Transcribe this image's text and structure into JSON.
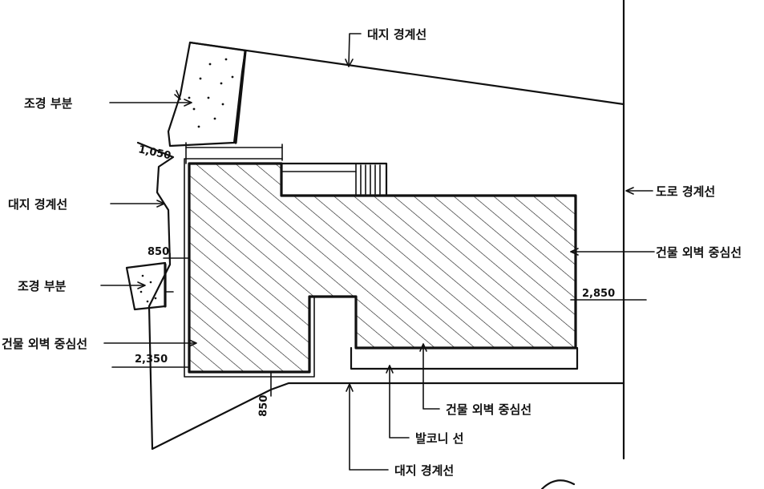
{
  "labels": {
    "site_boundary_top": "대지 경계선",
    "landscape_upper": "조경 부분",
    "site_boundary_left": "대지 경계선",
    "landscape_lower": "조경 부분",
    "building_centerline_left": "건물 외벽 중심선",
    "road_boundary": "도로 경계선",
    "building_centerline_right": "건물 외벽 중심선",
    "building_centerline_bottom": "건물 외벽 중심선",
    "balcony_line": "발코니 선",
    "site_boundary_bottom": "대지 경계선"
  },
  "dimensions": {
    "dim_1050": "1,050",
    "dim_850_left": "850",
    "dim_2350": "2,350",
    "dim_850_bottom": "850",
    "dim_2850": "2,850"
  },
  "colors": {
    "ink": "#111111",
    "paper": "#ffffff"
  }
}
